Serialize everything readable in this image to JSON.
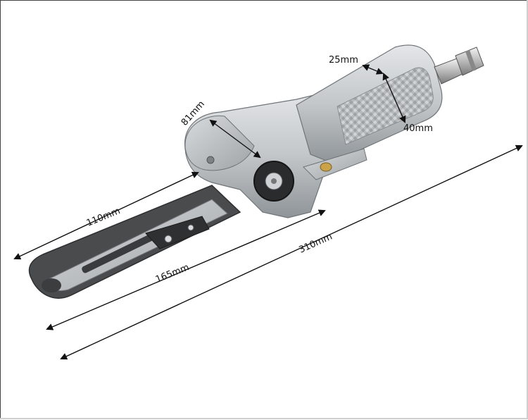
{
  "dimensions": {
    "width_top": "25mm",
    "height_handle": "40mm",
    "wheel": "81mm",
    "arm": "110mm",
    "belt": "165mm",
    "overall": "310mm"
  },
  "colors": {
    "aluminum": "#c9cdd0",
    "belt": "#4a4b4d",
    "arrow": "#111111"
  }
}
